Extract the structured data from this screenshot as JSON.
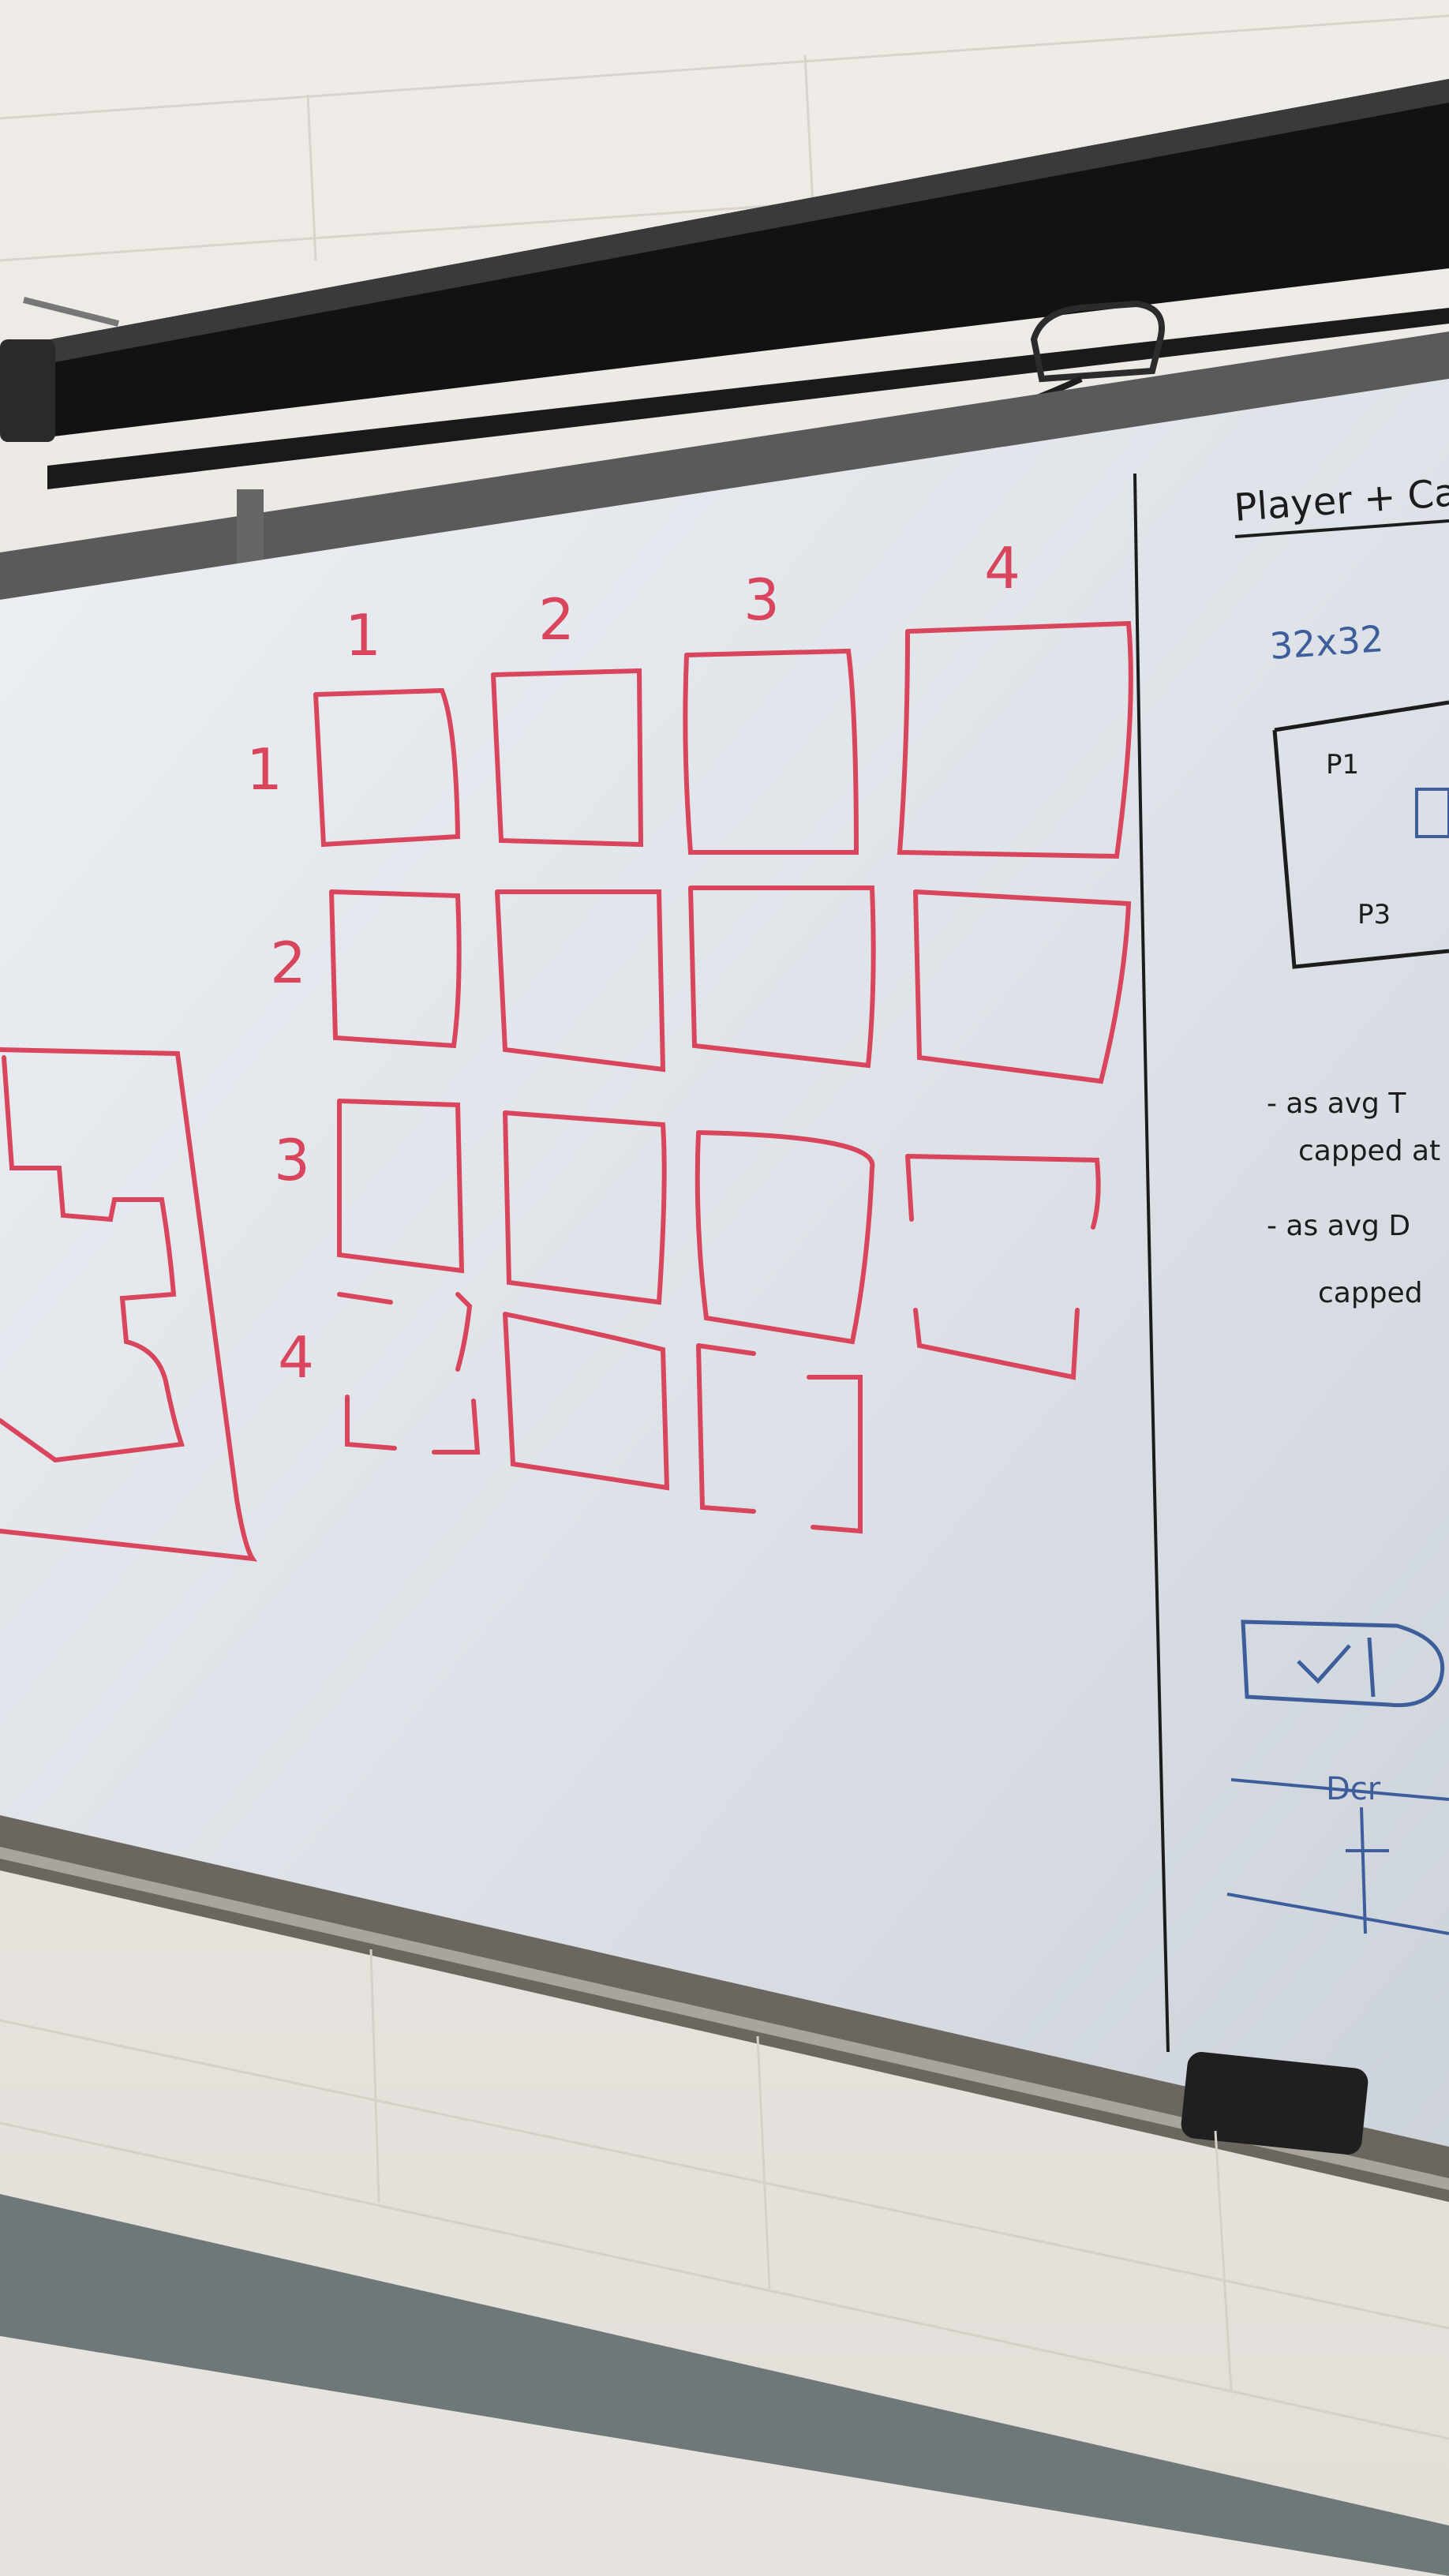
{
  "colors": {
    "wall": "#e9e5e1",
    "board": "#dfe4ea",
    "red_marker": "#d8455d",
    "black_marker": "#1c1c1c",
    "blue_marker": "#3d5e9a",
    "projector_screen": "#111111",
    "tray": "#6b6660",
    "stripe": "#6e7878"
  },
  "grid": {
    "column_numbers": [
      "1",
      "2",
      "3",
      "4"
    ],
    "row_numbers": [
      "1",
      "2",
      "3",
      "4"
    ]
  },
  "right_panel": {
    "heading": "Player + Ca",
    "size_note": "32x32",
    "box_labels": [
      "P1",
      "P3"
    ],
    "bullets": [
      {
        "line1": "- as avg T",
        "line2": "capped at"
      },
      {
        "line1": "- as avg D",
        "line2": "capped"
      }
    ],
    "lower_mark": "Dcr"
  }
}
